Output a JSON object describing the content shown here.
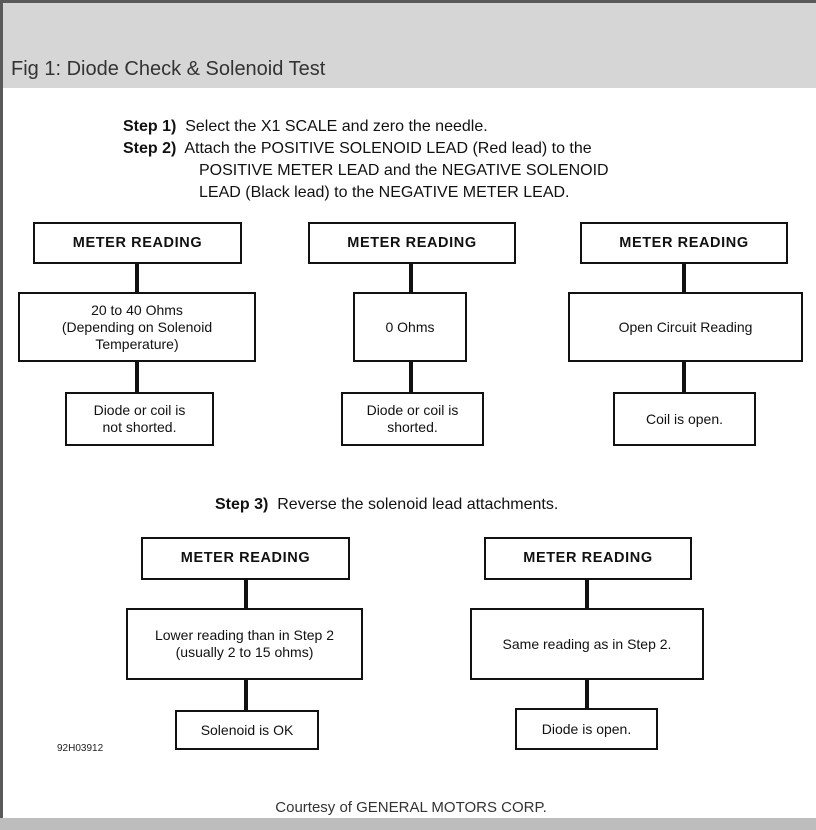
{
  "figure_title": "Fig 1: Diode Check & Solenoid Test",
  "steps": {
    "step1": {
      "label": "Step 1)",
      "text": "Select the X1 SCALE and zero the needle."
    },
    "step2": {
      "label": "Step 2)",
      "lines": [
        "Attach the POSITIVE SOLENOID LEAD (Red lead) to the",
        "POSITIVE METER LEAD and the NEGATIVE SOLENOID",
        "LEAD (Black lead) to the NEGATIVE METER LEAD."
      ]
    },
    "step3": {
      "label": "Step 3)",
      "text": "Reverse the solenoid lead attachments."
    }
  },
  "flows_step2": [
    {
      "heading": "METER READING",
      "reading": [
        "20 to 40 Ohms",
        "(Depending on Solenoid",
        "Temperature)"
      ],
      "result": [
        "Diode or coil is",
        "not shorted."
      ]
    },
    {
      "heading": "METER READING",
      "reading": [
        "0 Ohms"
      ],
      "result": [
        "Diode or coil is",
        "shorted."
      ]
    },
    {
      "heading": "METER READING",
      "reading": [
        "Open Circuit Reading"
      ],
      "result": [
        "Coil is open."
      ]
    }
  ],
  "flows_step3": [
    {
      "heading": "METER READING",
      "reading": [
        "Lower reading than in Step 2",
        "(usually 2 to 15 ohms)"
      ],
      "result": [
        "Solenoid is OK"
      ]
    },
    {
      "heading": "METER READING",
      "reading": [
        "Same reading as in Step 2."
      ],
      "result": [
        "Diode is open."
      ]
    }
  ],
  "figure_code": "92H03912",
  "courtesy": "Courtesy of GENERAL MOTORS CORP."
}
